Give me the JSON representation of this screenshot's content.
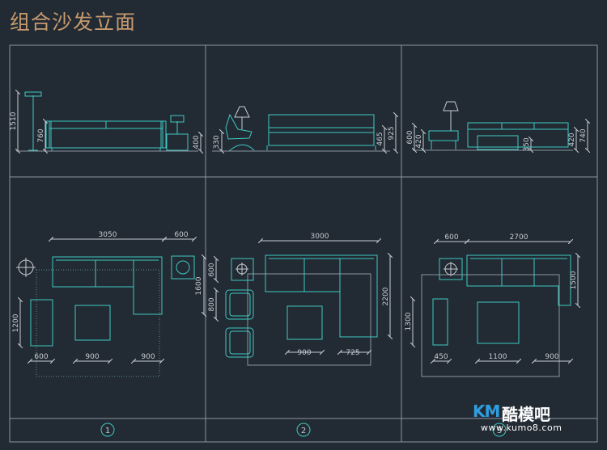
{
  "title": "组合沙发立面",
  "colors": {
    "background": "#222a33",
    "frame": "#8c95a0",
    "furniture": "#3fc9c3",
    "dimension": "#c8ccd2",
    "title": "#c79a6e"
  },
  "elevations": {
    "one": {
      "dims": [
        "1510",
        "760",
        "400"
      ]
    },
    "two": {
      "dims": [
        "330",
        "465",
        "925"
      ]
    },
    "three": {
      "dims": [
        "600",
        "420",
        "350",
        "420",
        "740"
      ]
    }
  },
  "plans": {
    "one": {
      "dims": [
        "3050",
        "600",
        "1600",
        "1200",
        "600",
        "900",
        "900"
      ]
    },
    "two": {
      "dims": [
        "3000",
        "600",
        "800",
        "2200",
        "900",
        "725"
      ]
    },
    "three": {
      "dims": [
        "600",
        "2700",
        "1500",
        "1300",
        "450",
        "1100",
        "900"
      ]
    }
  },
  "markers": [
    "1",
    "2",
    "3"
  ],
  "watermark": {
    "logo": "KM",
    "name": "酷模吧",
    "url": "www.kumo8.com"
  }
}
